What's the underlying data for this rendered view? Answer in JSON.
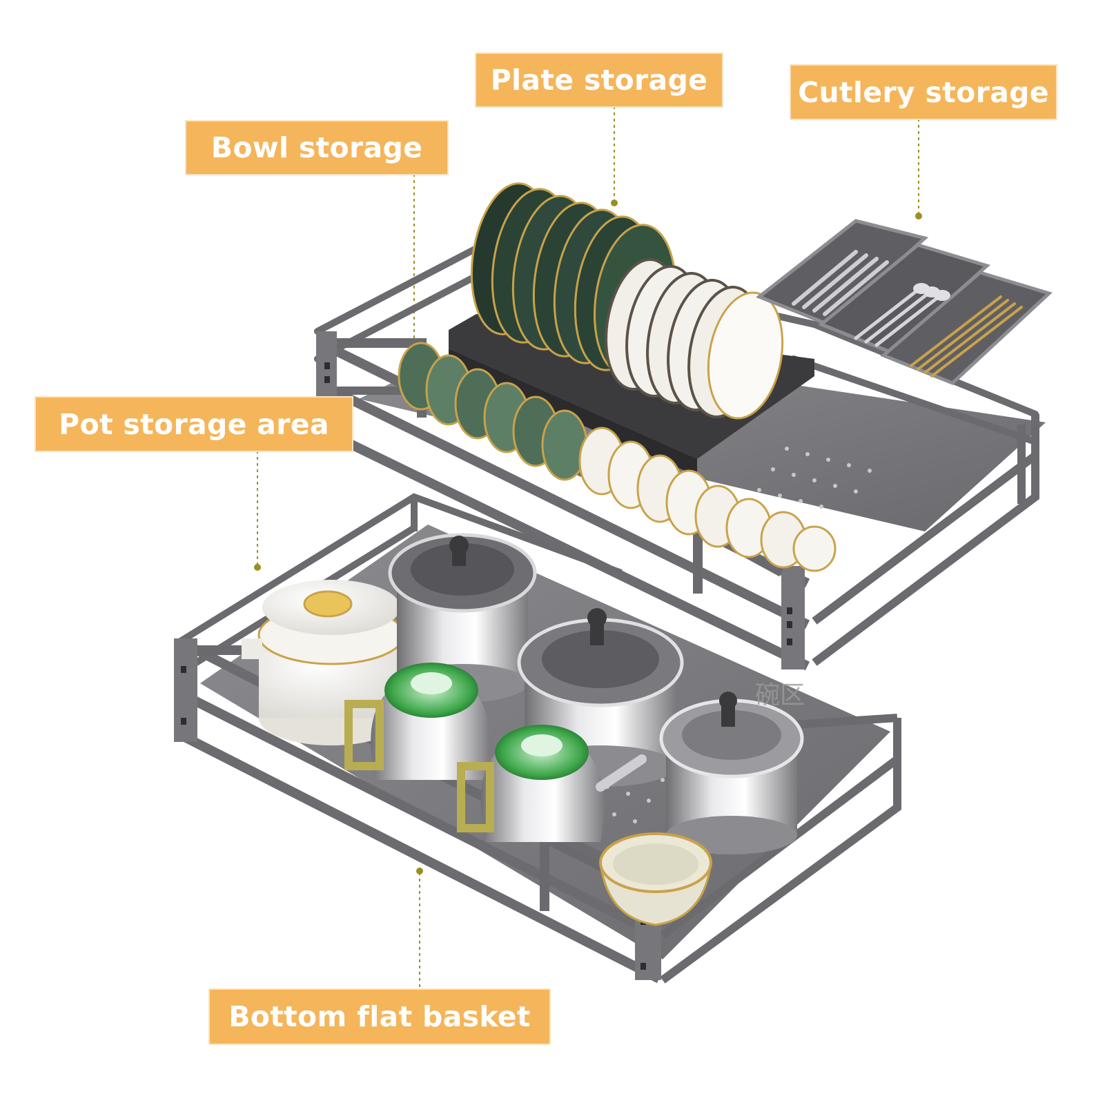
{
  "callouts": {
    "plate_storage": "Plate storage",
    "cutlery_storage": "Cutlery storage",
    "bowl_storage": "Bowl storage",
    "pot_storage_area": "Pot storage area",
    "bottom_flat_basket": "Bottom flat basket"
  },
  "watermark": "碗区",
  "colors": {
    "callout_bg": "#f5b55a",
    "callout_text": "#ffffff",
    "leader_line": "#9a8f22",
    "frame_metal": "#6f6f72",
    "plate_green": "#2f4a3c",
    "bowl_green": "#5d7f66",
    "gold_rim": "#c9a24a"
  }
}
